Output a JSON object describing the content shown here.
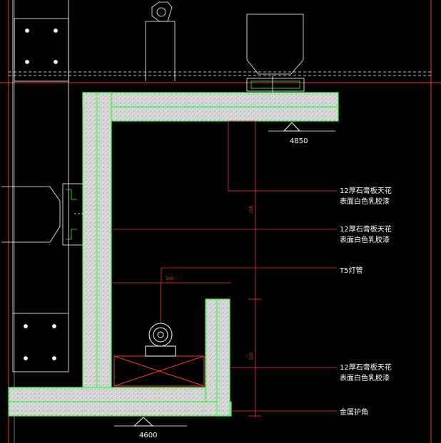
{
  "drawing": {
    "elevations": {
      "ceiling": "4850",
      "floor": "4600"
    },
    "dimensions": {
      "horizontal_offset": "100",
      "cove_height": "150",
      "lip_height": "100"
    },
    "annotations": [
      {
        "line1": "12厚石膏板天花",
        "line2": "表面白色乳胶漆"
      },
      {
        "line1": "12厚石膏板天花",
        "line2": "表面白色乳胶漆"
      },
      {
        "line1": "T5灯管",
        "line2": ""
      },
      {
        "line1": "12厚石膏板天花",
        "line2": "表面白色乳胶漆"
      },
      {
        "line1": "金属护角",
        "line2": ""
      }
    ],
    "colors": {
      "background": "#000000",
      "outline": "#ffffff",
      "board_edge": "#33ff33",
      "dimension": "#ff3333",
      "fixture": "#ff3333"
    }
  }
}
